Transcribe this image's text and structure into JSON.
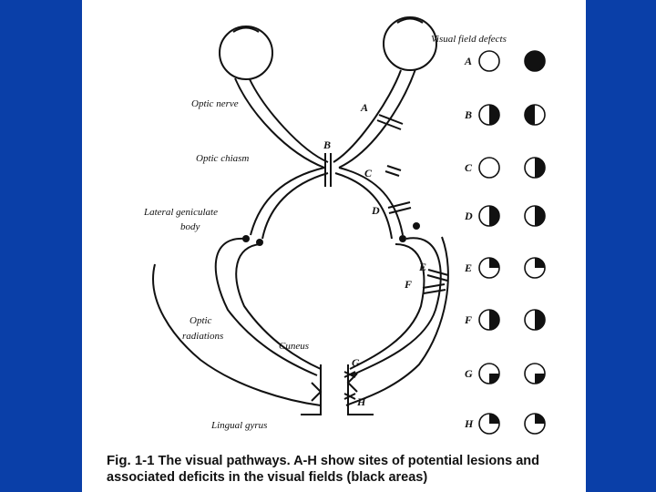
{
  "labels": {
    "visual_field_defects": "Visual field defects",
    "optic_nerve": "Optic nerve",
    "optic_chiasm": "Optic chiasm",
    "lateral_geniculate_1": "Lateral geniculate",
    "lateral_geniculate_2": "body",
    "optic_radiations_1": "Optic",
    "optic_radiations_2": "radiations",
    "cuneus": "Cuneus",
    "lingual_gyrus": "Lingual gyrus"
  },
  "lesion_sites": [
    "A",
    "B",
    "C",
    "D",
    "E",
    "F",
    "G",
    "H"
  ],
  "field_rows": [
    {
      "letter": "A",
      "left": "empty",
      "right": "full"
    },
    {
      "letter": "B",
      "left": "right-half",
      "right": "left-half"
    },
    {
      "letter": "C",
      "left": "empty",
      "right": "right-half"
    },
    {
      "letter": "D",
      "left": "right-half",
      "right": "right-half"
    },
    {
      "letter": "E",
      "left": "upper-right",
      "right": "upper-right"
    },
    {
      "letter": "F",
      "left": "right-half",
      "right": "right-half"
    },
    {
      "letter": "G",
      "left": "lower-right",
      "right": "lower-right"
    },
    {
      "letter": "H",
      "left": "upper-right",
      "right": "upper-right"
    }
  ],
  "caption": {
    "fig_number": "Fig. 1-1",
    "text": "The visual pathways. A-H show sites of potential lesions and associated deficits in the visual fields (black areas)"
  }
}
